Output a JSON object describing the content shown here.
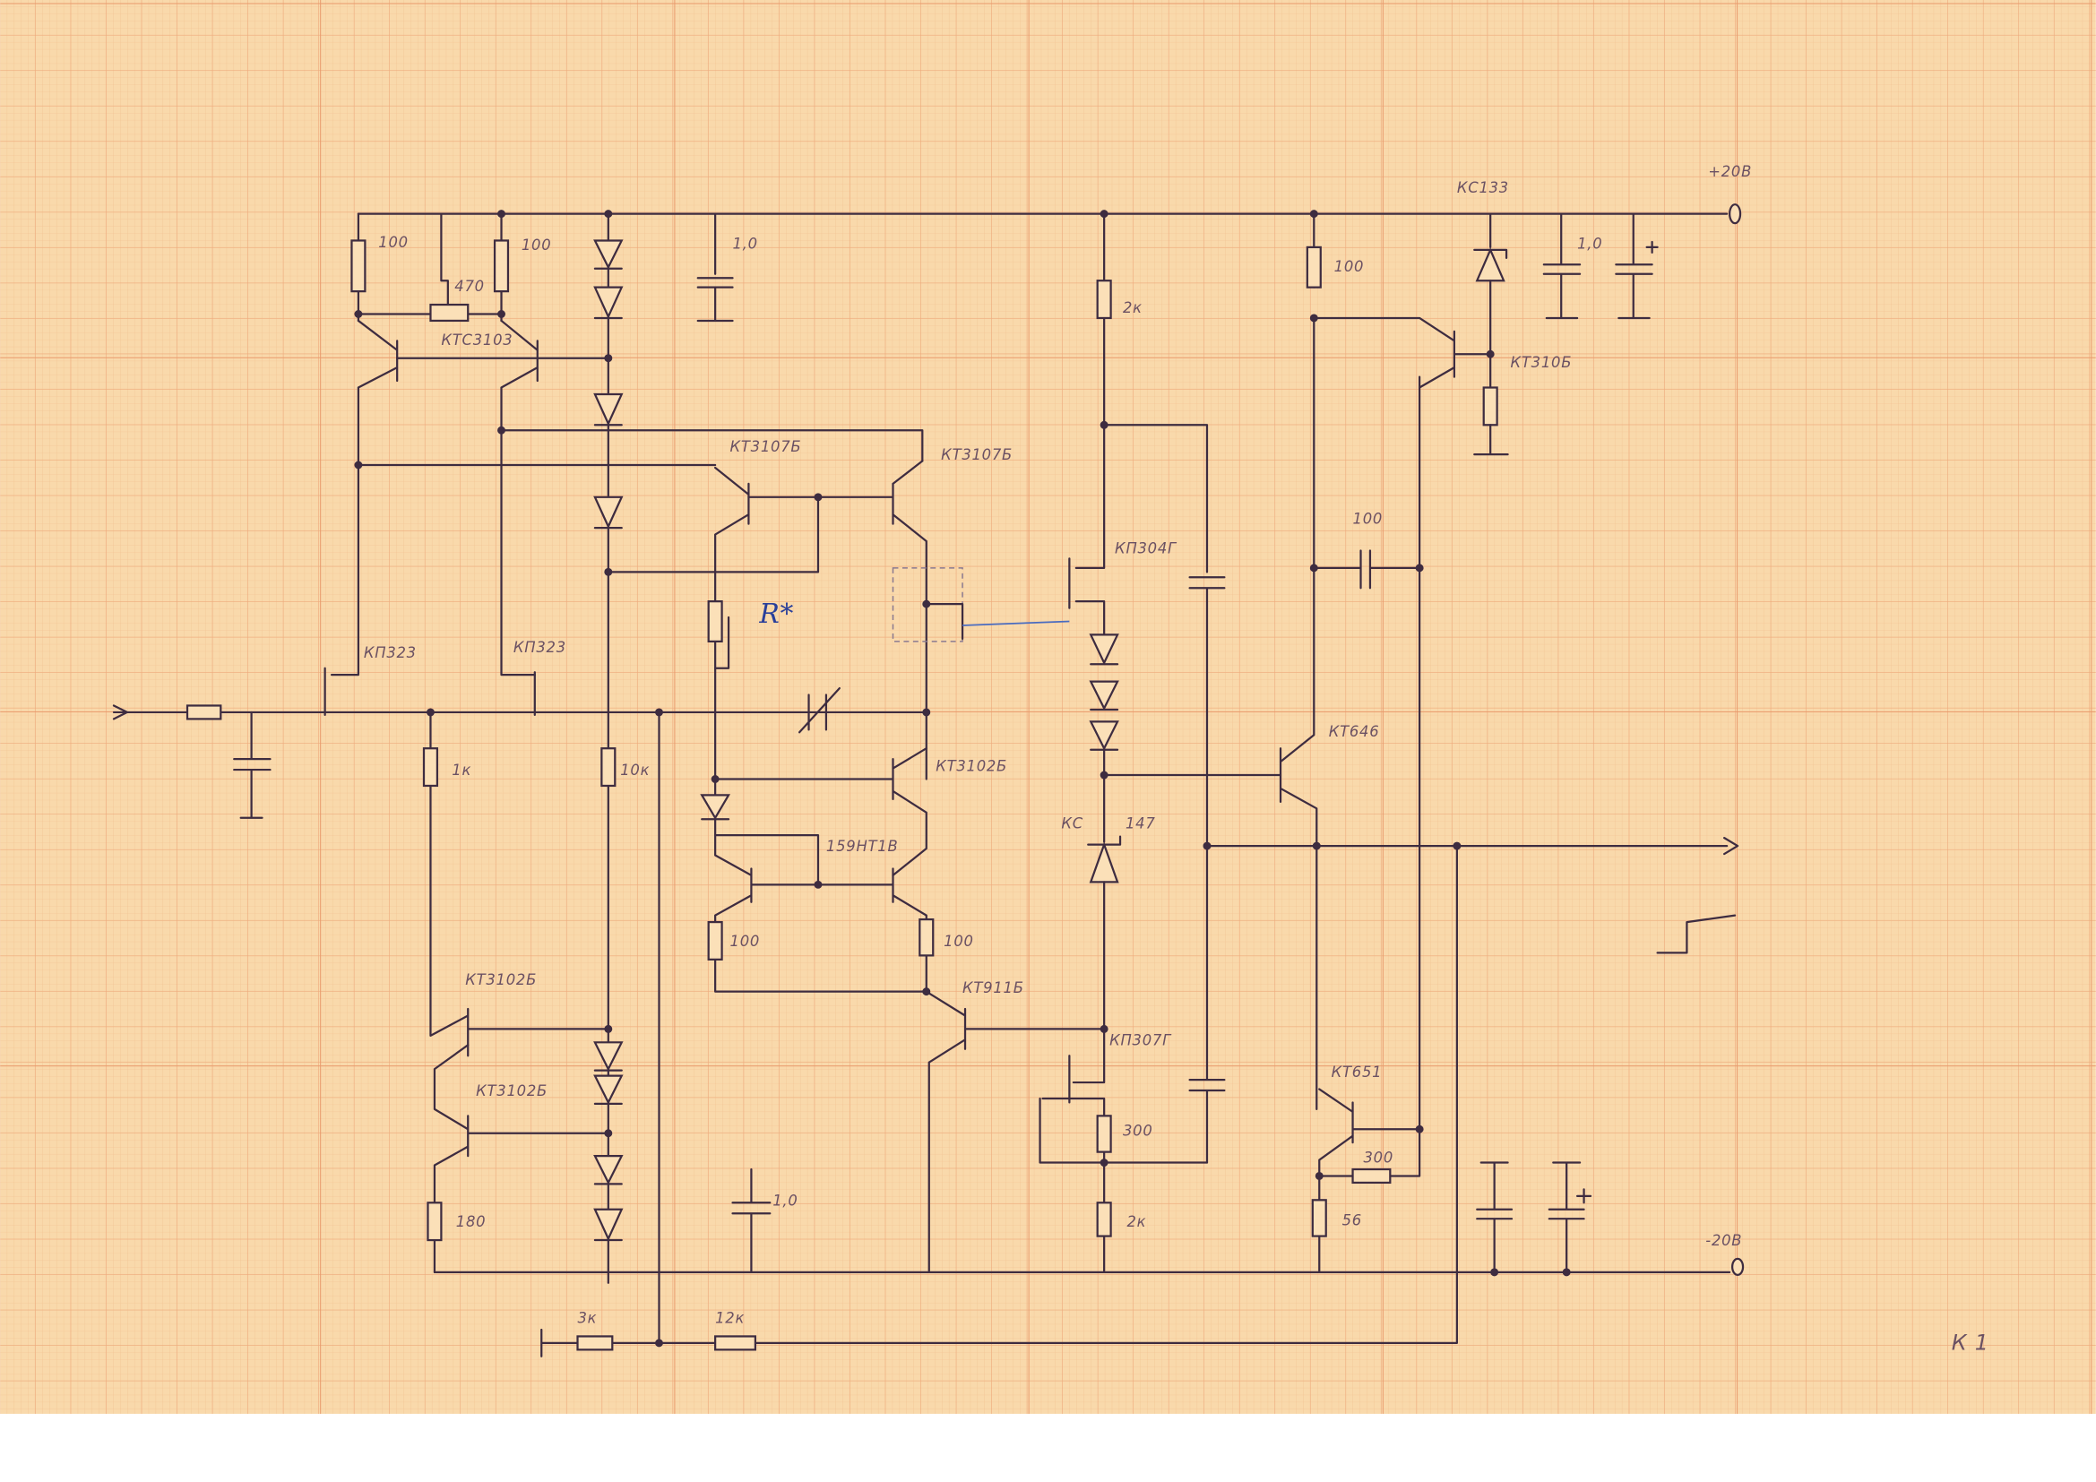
{
  "colors": {
    "paper": "#f9d9ab",
    "grid_fine": "#f1be8e",
    "grid_major": "#e99a6c",
    "ink": "#3e2c40",
    "blue_ink": "#2a3f9a"
  },
  "power": {
    "positive": "+20В",
    "negative": "-20В"
  },
  "labels": {
    "r_100_a": "100",
    "r_100_b": "100",
    "pot_470": "470",
    "q_ktc3103": "КТС3103",
    "c_1_0_a": "1,0",
    "q_kt3107_left": "КТ3107Б",
    "q_kt3107_right": "КТ3107Б",
    "r_star": "R*",
    "fet_kp323_left": "КП323",
    "fet_kp323_right": "КП323",
    "r_1k": "1к",
    "r_10k": "10к",
    "q_kt3102_center": "КТ3102Б",
    "q_159nt1v": "159НТ1В",
    "r_100_c": "100",
    "r_100_d": "100",
    "q_kt3102_bl1": "КТ3102Б",
    "q_kt911": "КТ911Б",
    "q_kt3102_bl2": "КТ3102Б",
    "r_180": "180",
    "c_1_0_b": "1,0",
    "r_3k": "3к",
    "r_12k": "12к",
    "r_2k_top": "2к",
    "fet_kp304": "КП304Г",
    "zener_kc": "КС",
    "zener_147": "147",
    "q_kt646": "КТ646",
    "fet_kp307": "КП307Г",
    "r_300_a": "300",
    "r_2k_bottom": "2к",
    "q_kt651": "КТ651",
    "r_300_b": "300",
    "r_56": "56",
    "r_100_e": "100",
    "zener_kc133": "КС133",
    "q_kt310": "КТ310Б",
    "c_1_0_c": "1,0",
    "c_100": "100",
    "sheet_mark": "К 1"
  }
}
